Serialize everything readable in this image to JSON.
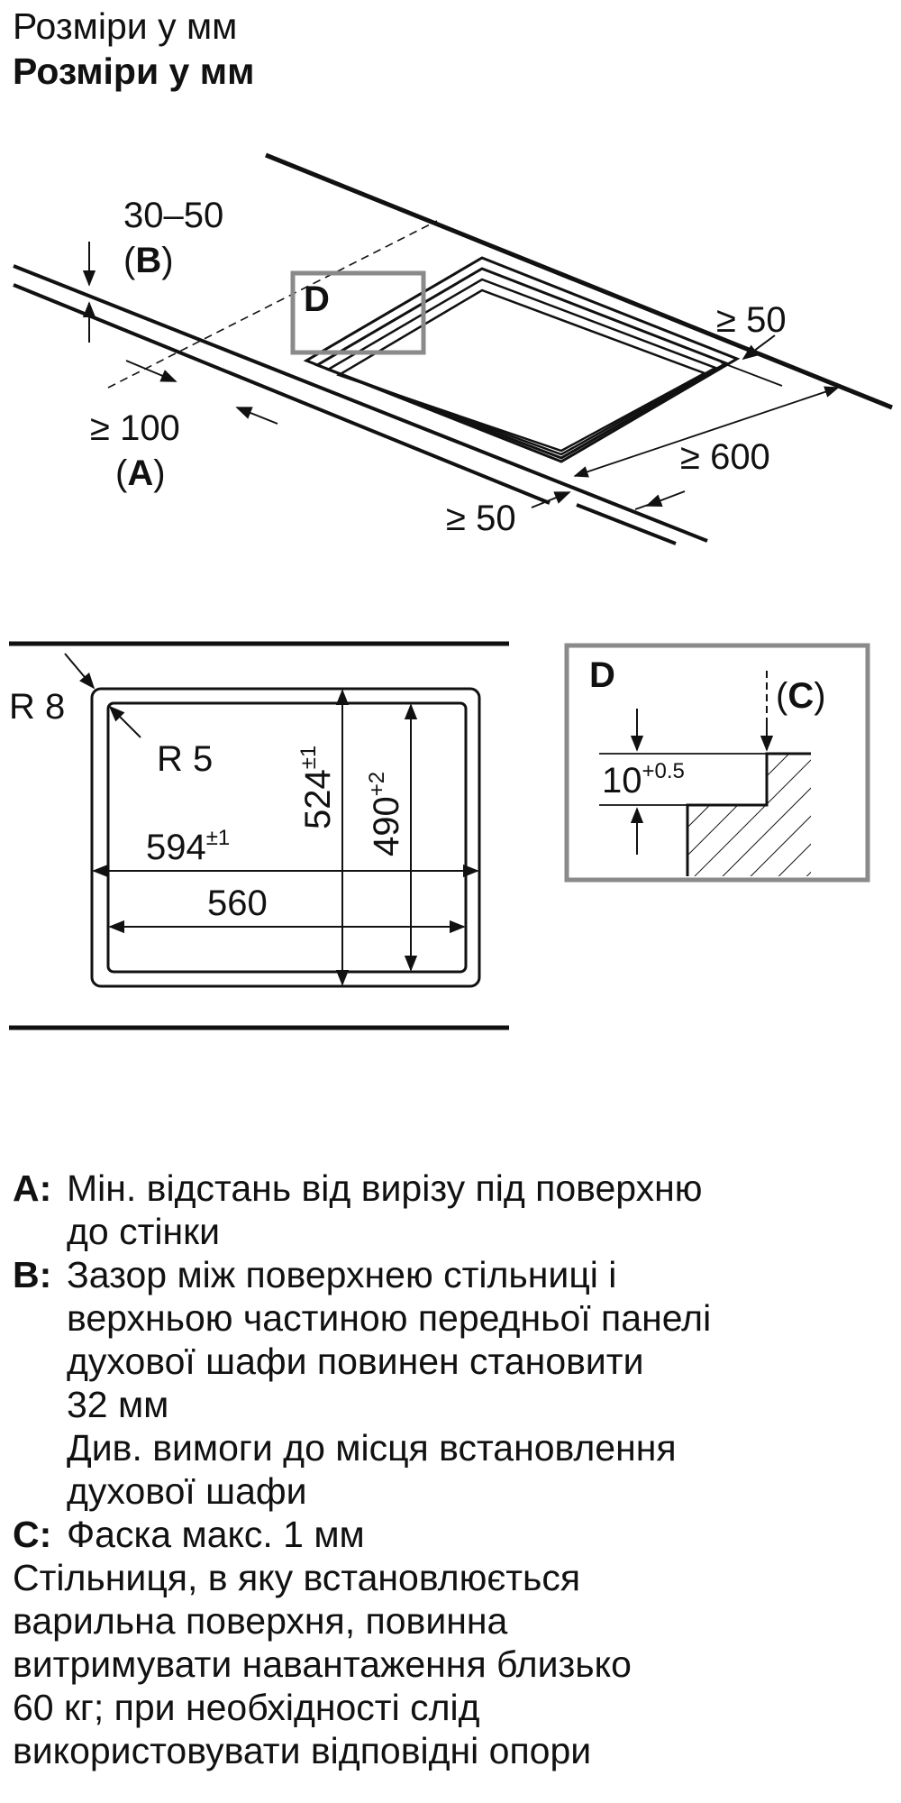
{
  "header": {
    "title_light": "Розміри у мм",
    "title_bold": "Розміри у мм"
  },
  "iso": {
    "dim_b_value": "30–50",
    "dim_b_letter": "B",
    "dim_a_value": "≥ 100",
    "dim_a_letter": "A",
    "detail_box": "D",
    "dim_back": "≥ 50",
    "dim_depth": "≥ 600",
    "dim_front": "≥ 50"
  },
  "cutout": {
    "outer_radius": "R 8",
    "inner_radius": "R 5",
    "width_outer": "594",
    "width_outer_tol": "±1",
    "width_inner": "560",
    "depth_outer": "524",
    "depth_outer_tol": "±1",
    "depth_inner": "490",
    "depth_inner_tol": "+2"
  },
  "detail_d": {
    "label": "D",
    "chamfer_letter": "C",
    "step_value": "10",
    "step_tol": "+0.5"
  },
  "notes": {
    "a_key": "A:",
    "a_text": [
      "Мін. відстань від вирізу під поверхню",
      "до стінки"
    ],
    "b_key": "B:",
    "b_text": [
      "Зазор між поверхнею стільниці і",
      "верхньою частиною передньої панелі",
      "духової шафи повинен становити",
      "32 мм",
      "Див. вимоги до місця встановлення",
      "духової шафи"
    ],
    "c_key": "C:",
    "c_text": [
      "Фаска макс. 1 мм"
    ],
    "footer": [
      "Стільниця, в яку встановлюється",
      "варильна поверхня, повинна",
      "витримувати навантаження близько",
      "60 кг; при необхідності слід",
      "використовувати відповідні опори"
    ]
  },
  "colors": {
    "line": "#111111",
    "detail_frame": "#8a8a8a"
  }
}
